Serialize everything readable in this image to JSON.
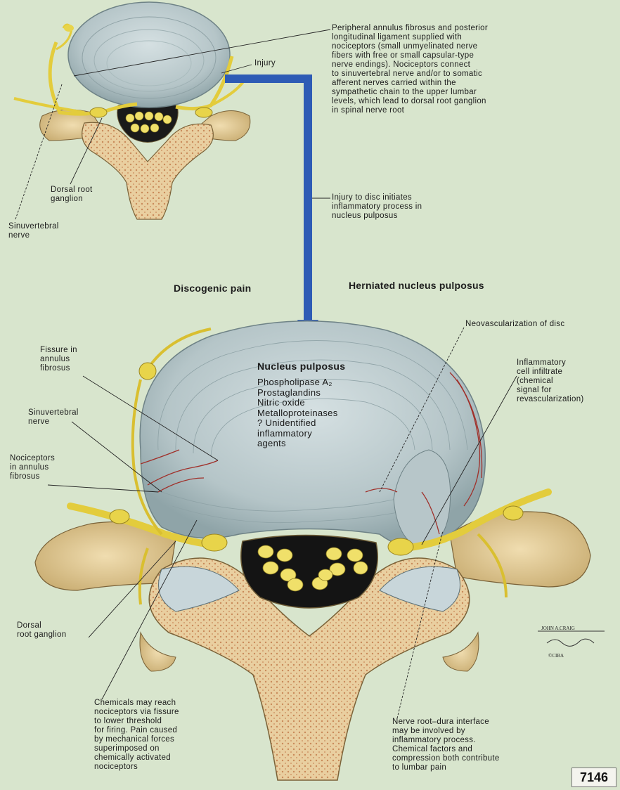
{
  "labels": {
    "peripheral_annulus": "Peripheral annulus fibrosus and posterior\nlongitudinal ligament supplied with\nnociceptors (small unmyelinated nerve\nfibers with free or small capsular-type\nnerve endings). Nociceptors connect\nto sinuvertebral nerve and/or to somatic\nafferent nerves carried within the\nsympathetic chain to the upper lumbar\nlevels, which lead to dorsal root ganglion\nin spinal nerve root",
    "injury": "Injury",
    "dorsal_root_ganglion_top": "Dorsal root\nganglion",
    "sinuvertebral_top": "Sinuvertebral\nnerve",
    "injury_to_disc": "Injury to disc initiates\ninflammatory process in\nnucleus pulposus",
    "discogenic_pain": "Discogenic pain",
    "herniated_np": "Herniated nucleus pulposus",
    "neovascularization": "Neovascularization of disc",
    "fissure": "Fissure in\nannulus\nfibrosus",
    "inflammatory_infiltrate": "Inflammatory\ncell infiltrate\n(chemical\nsignal for\nrevascularization)",
    "sinuvertebral_bottom": "Sinuvertebral\nnerve",
    "nociceptors_annulus": "Nociceptors\nin annulus\nfibrosus",
    "nucleus_title": "Nucleus pulposus",
    "nucleus_items": "Phospholipase A₂\nProstaglandins\nNitric oxide\nMetalloproteinases\n? Unidentified\ninflammatory\nagents",
    "dorsal_root_ganglion_bottom": "Dorsal\nroot ganglion",
    "chemicals": "Chemicals may reach\nnociceptors via fissure\nto lower threshold\nfor firing. Pain caused\nby mechanical forces\nsuperimposed on\nchemically activated\nnociceptors",
    "nerve_root": "Nerve root–dura interface\nmay be involved by\ninflammatory process.\nChemical factors and\ncompression both contribute\nto lumbar pain",
    "plate_number": "7146"
  },
  "colors": {
    "background": "#d8e5cd",
    "disc": "#b9c8ca",
    "bone": "#e6d2a0",
    "nerve": "#e8d44a",
    "arrow": "#2e5bb5",
    "vessel": "#a0302a"
  }
}
